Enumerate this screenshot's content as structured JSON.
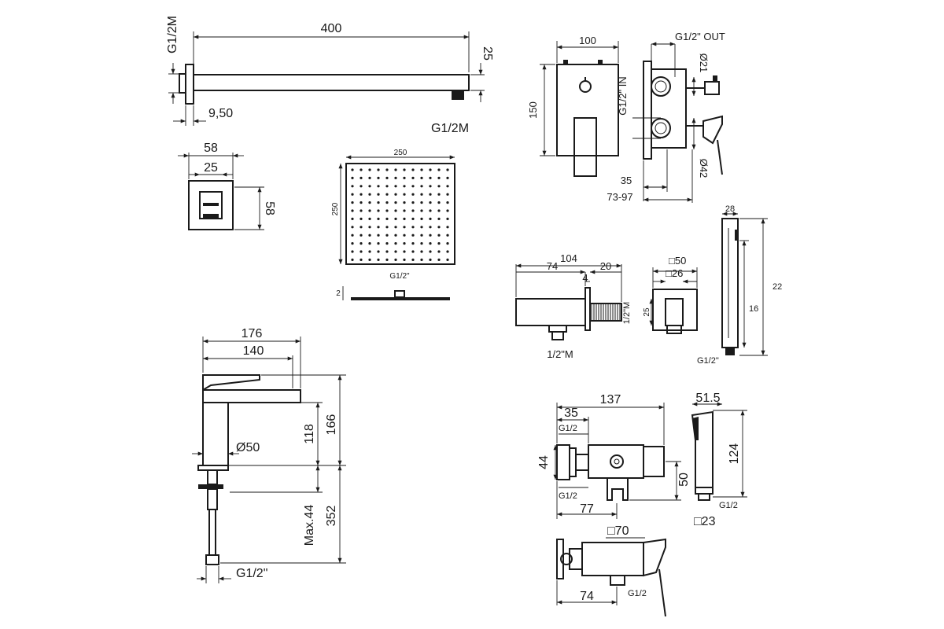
{
  "shower_arm": {
    "length": "400",
    "thread_left": "G1/2M",
    "height": "25",
    "wall_offset": "9,50",
    "thread_right": "G1/2M"
  },
  "arm_flange": {
    "width": "58",
    "inner": "25",
    "height": "58"
  },
  "head": {
    "width": "250",
    "height": "250",
    "thickness": "2",
    "thread": "G1/2\""
  },
  "mixer_box": {
    "width": "100",
    "height": "150",
    "outlet": "G1/2\" OUT",
    "inlet": "G1/2\" IN",
    "dia_small": "Ø21",
    "dia_large": "Ø42",
    "depth": "35",
    "depth_range": "73-97"
  },
  "wall_outlet": {
    "total": "104",
    "body": "74",
    "thread_len": "20",
    "flange": "4",
    "thread_side": "1/2\"M",
    "thread_bottom": "1/2\"M",
    "plate": "□50",
    "plate_inner": "□26",
    "plate_h": "25"
  },
  "hand_shower": {
    "top": "28",
    "total": "22",
    "body": "16",
    "thread": "G1/2\""
  },
  "basin_mixer": {
    "length": "176",
    "spout": "140",
    "spout_height": "118",
    "total_height": "166",
    "body_dia": "Ø50",
    "max_deck": "Max.44",
    "hose_len": "352",
    "thread": "G1/2\""
  },
  "bidet_valve": {
    "total": "137",
    "body": "35",
    "thread_a": "G1/2",
    "width": "44",
    "thread_b": "G1/2",
    "length": "77",
    "height": "50"
  },
  "bidet_spray": {
    "width": "51.5",
    "height": "124",
    "thread": "G1/2",
    "base": "□23"
  },
  "bidet_mixer": {
    "plate": "□70",
    "length": "74",
    "thread": "G1/2"
  }
}
